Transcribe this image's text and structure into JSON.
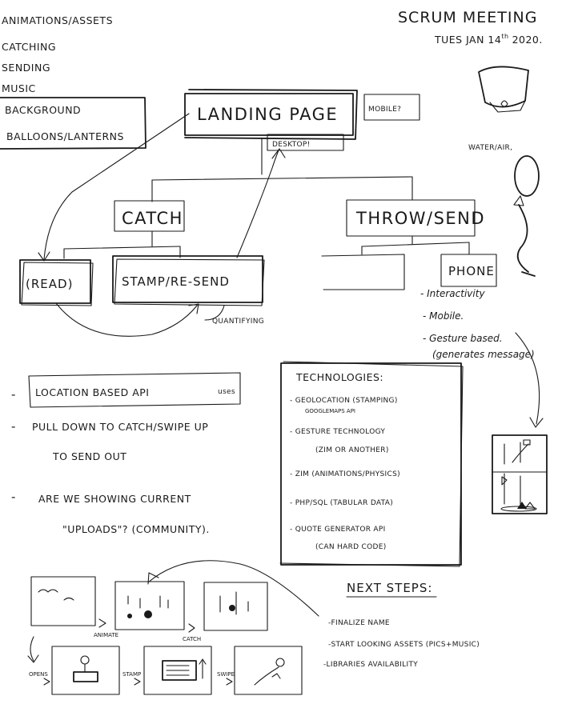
{
  "header": {
    "title": "SCRUM MEETING",
    "date_main": "TUES JAN 14",
    "date_suffix": "th",
    "date_year": "2020."
  },
  "assets_list": [
    "ANIMATIONS/ASSETS",
    "CATCHING",
    "SENDING",
    "MUSIC",
    "BACKGROUND",
    "BALLOONS/LANTERNS"
  ],
  "flow": {
    "landing": "LANDING PAGE",
    "mobile": "MOBILE?",
    "desktop": "DESKTOP!",
    "catch": "CATCH",
    "throw_send": "THROW/SEND",
    "read": "(READ)",
    "stamp_resend": "STAMP/RE-SEND",
    "quantifying": "QUANTIFYING",
    "phone": "PHONE"
  },
  "phone_notes": [
    "- Interactivity",
    "- Mobile.",
    "- Gesture based.",
    "(generates message)"
  ],
  "water_air": "WATER/AIR,",
  "notes": {
    "location_api": "LOCATION BASED API",
    "location_uses": "uses",
    "pull_down": "PULL DOWN TO CATCH/SWIPE UP",
    "send_out": "TO SEND OUT",
    "showing": "ARE WE SHOWING CURRENT",
    "uploads": "\"UPLOADS\"? (COMMUNITY)."
  },
  "technologies": {
    "title": "TECHNOLOGIES:",
    "items": [
      {
        "line1": "- GEOLOCATION (STAMPING)",
        "line2": "GOOGLEMAPS API"
      },
      {
        "line1": "- GESTURE TECHNOLOGY",
        "line2": "(ZIM OR ANOTHER)"
      },
      {
        "line1": "- ZIM (ANIMATIONS/PHYSICS)",
        "line2": ""
      },
      {
        "line1": "- PHP/SQL (TABULAR DATA)",
        "line2": ""
      },
      {
        "line1": "- QUOTE GENERATOR API",
        "line2": "(CAN HARD CODE)"
      }
    ]
  },
  "next_steps": {
    "title": "NEXT STEPS:",
    "items": [
      "-FINALIZE NAME",
      "-START LOOKING ASSETS (PICS+MUSIC)",
      "-LIBRARIES AVAILABILITY"
    ]
  },
  "storyboard": {
    "animate": "ANIMATE",
    "catch": "CATCH",
    "opens": "OPENS",
    "stamp": "STAMP",
    "swipe": "SWIPE"
  }
}
